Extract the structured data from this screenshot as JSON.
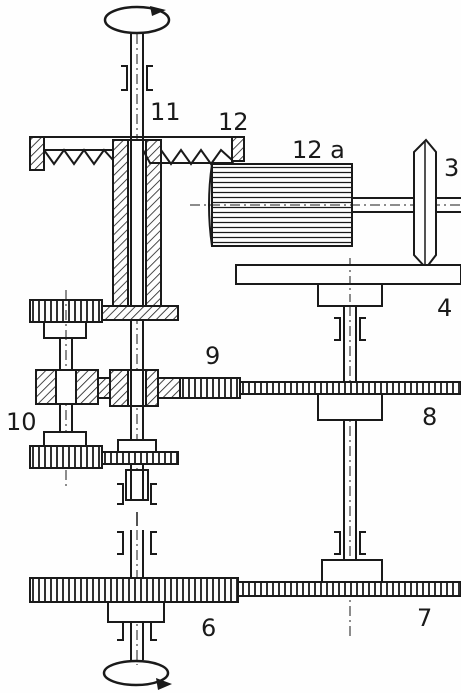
{
  "labels": {
    "l11": "11",
    "l12": "12",
    "l12a": "12 a",
    "l3": "3",
    "l4": "4",
    "l9": "9",
    "l8": "8",
    "l10": "10",
    "l6": "6",
    "l7": "7"
  },
  "colors": {
    "ink": "#1a1a1a",
    "paper": "#fefefe"
  },
  "icons": {
    "top": "rotation-arrow-icon",
    "bottom": "rotation-arrow-icon"
  }
}
